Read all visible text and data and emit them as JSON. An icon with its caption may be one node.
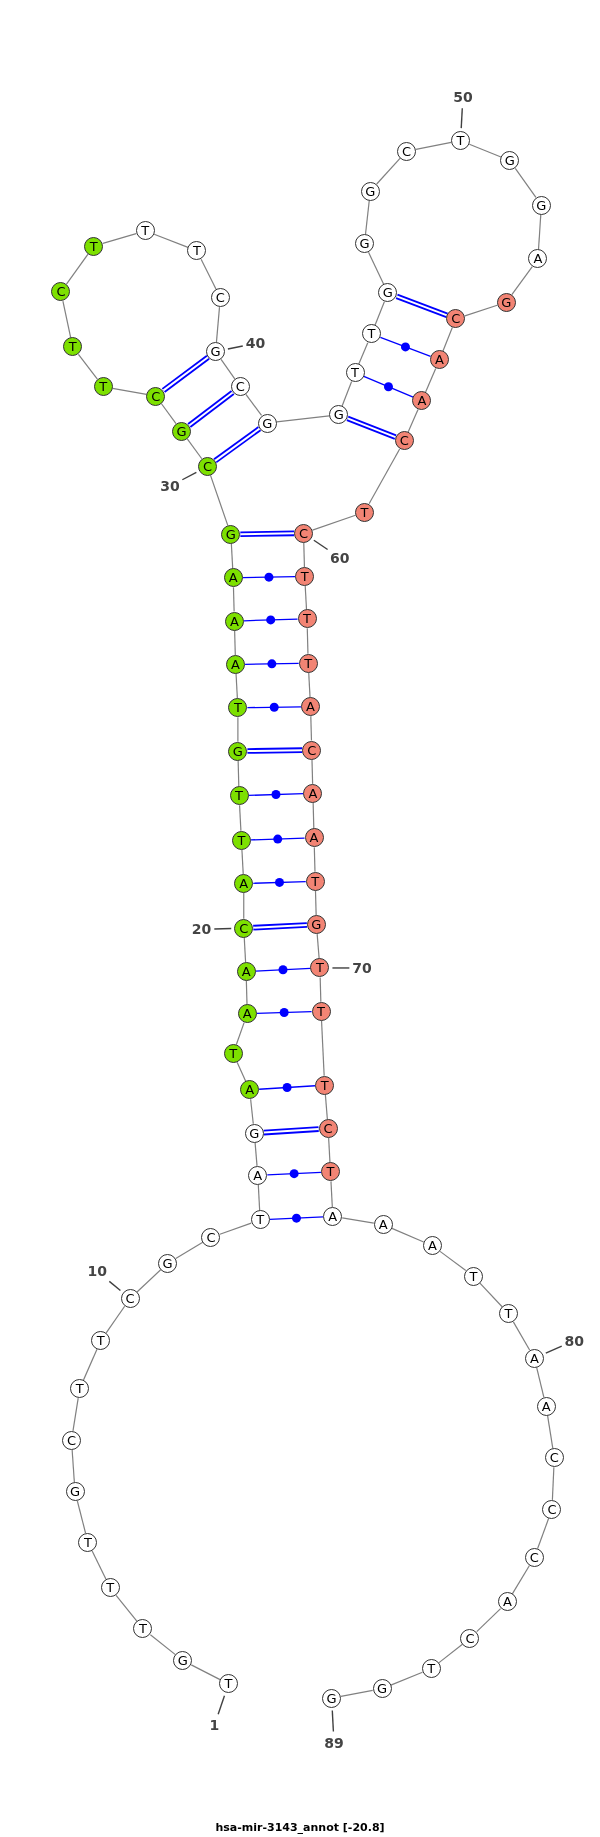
{
  "diagram": {
    "title": "hsa-mir-3143_annot [-20.8]",
    "nodes": [
      {
        "text": [
          "T"
        ]
      },
      {
        "text": [
          "G"
        ]
      },
      {
        "text": [
          "T"
        ]
      },
      {
        "text": [
          "T"
        ]
      },
      {
        "text": [
          "T"
        ]
      },
      {
        "text": [
          "G"
        ]
      },
      {
        "text": [
          "C"
        ]
      },
      {
        "text": [
          "T"
        ]
      },
      {
        "text": [
          "T"
        ]
      },
      {
        "text": [
          "C"
        ]
      },
      {
        "text": [
          "G"
        ]
      },
      {
        "text": [
          "C"
        ]
      },
      {
        "text": [
          "T"
        ]
      },
      {
        "text": [
          "A"
        ]
      },
      {
        "text": [
          "G"
        ]
      },
      {
        "text": [
          "A"
        ]
      },
      {
        "text": [
          "T"
        ]
      },
      {
        "text": [
          "A"
        ]
      },
      {
        "text": [
          "A"
        ]
      },
      {
        "text": [
          "C"
        ]
      },
      {
        "text": [
          "A"
        ]
      },
      {
        "text": [
          "T"
        ]
      },
      {
        "text": [
          "T"
        ]
      },
      {
        "text": [
          "G"
        ]
      },
      {
        "text": [
          "T"
        ]
      },
      {
        "text": [
          "A"
        ]
      },
      {
        "text": [
          "A"
        ]
      },
      {
        "text": [
          "A"
        ]
      },
      {
        "text": [
          "G"
        ]
      },
      {
        "text": [
          "C"
        ]
      },
      {
        "text": [
          "G"
        ]
      },
      {
        "text": [
          "C"
        ]
      },
      {
        "text": [
          "T"
        ]
      },
      {
        "text": [
          "T"
        ]
      },
      {
        "text": [
          "C"
        ]
      },
      {
        "text": [
          "T"
        ]
      },
      {
        "text": [
          "T"
        ]
      },
      {
        "text": [
          "T"
        ]
      },
      {
        "text": [
          "C"
        ]
      },
      {
        "text": [
          "G"
        ]
      },
      {
        "text": [
          "C"
        ]
      },
      {
        "text": [
          "G"
        ]
      },
      {
        "text": [
          "G"
        ]
      },
      {
        "text": [
          "T"
        ]
      },
      {
        "text": [
          "T"
        ]
      },
      {
        "text": [
          "G"
        ]
      },
      {
        "text": [
          "G"
        ]
      },
      {
        "text": [
          "G"
        ]
      },
      {
        "text": [
          "C"
        ]
      },
      {
        "text": [
          "T"
        ]
      },
      {
        "text": [
          "G"
        ]
      },
      {
        "text": [
          "G"
        ]
      },
      {
        "text": [
          "A"
        ]
      },
      {
        "text": [
          "G"
        ]
      },
      {
        "text": [
          "C"
        ]
      },
      {
        "text": [
          "A"
        ]
      },
      {
        "text": [
          "A"
        ]
      },
      {
        "text": [
          "C"
        ]
      },
      {
        "text": [
          "T"
        ]
      },
      {
        "text": [
          "C"
        ]
      },
      {
        "text": [
          "T"
        ]
      },
      {
        "text": [
          "T"
        ]
      },
      {
        "text": [
          "T"
        ]
      },
      {
        "text": [
          "A"
        ]
      },
      {
        "text": [
          "C"
        ]
      },
      {
        "text": [
          "A"
        ]
      },
      {
        "text": [
          "A"
        ]
      },
      {
        "text": [
          "T"
        ]
      },
      {
        "text": [
          "G"
        ]
      },
      {
        "text": [
          "T"
        ]
      },
      {
        "text": [
          "T"
        ]
      },
      {
        "text": [
          "T"
        ]
      },
      {
        "text": [
          "C"
        ]
      },
      {
        "text": [
          "T"
        ]
      },
      {
        "text": [
          "A"
        ]
      },
      {
        "text": [
          "A"
        ]
      },
      {
        "text": [
          "A"
        ]
      },
      {
        "text": [
          "T"
        ]
      },
      {
        "text": [
          "T"
        ]
      },
      {
        "text": [
          "A"
        ]
      },
      {
        "text": [
          "A"
        ]
      },
      {
        "text": [
          "C"
        ]
      },
      {
        "text": [
          "C"
        ]
      },
      {
        "text": [
          "C"
        ]
      },
      {
        "text": [
          "A"
        ]
      },
      {
        "text": [
          "C"
        ]
      },
      {
        "text": [
          "T"
        ]
      },
      {
        "text": [
          "G"
        ]
      },
      {
        "text": [
          "G"
        ]
      },
      {
        "text": [
          "1"
        ]
      },
      {
        "text": [
          "10"
        ]
      },
      {
        "text": [
          "20"
        ]
      },
      {
        "text": [
          "30"
        ]
      },
      {
        "text": [
          "40"
        ]
      },
      {
        "text": [
          "50"
        ]
      },
      {
        "text": [
          "60"
        ]
      },
      {
        "text": [
          "70"
        ]
      },
      {
        "text": [
          "80"
        ]
      },
      {
        "text": [
          "89"
        ]
      }
    ],
    "edges": [
      {
        "from": 0,
        "to": 1,
        "arrow": "none"
      },
      {
        "from": 1,
        "to": 2,
        "arrow": "none"
      },
      {
        "from": 2,
        "to": 3,
        "arrow": "none"
      },
      {
        "from": 3,
        "to": 4,
        "arrow": "none"
      },
      {
        "from": 4,
        "to": 5,
        "arrow": "none"
      },
      {
        "from": 5,
        "to": 6,
        "arrow": "none"
      },
      {
        "from": 6,
        "to": 7,
        "arrow": "none"
      },
      {
        "from": 7,
        "to": 8,
        "arrow": "none"
      },
      {
        "from": 8,
        "to": 9,
        "arrow": "none"
      },
      {
        "from": 9,
        "to": 10,
        "arrow": "none"
      },
      {
        "from": 10,
        "to": 11,
        "arrow": "none"
      },
      {
        "from": 11,
        "to": 12,
        "arrow": "none"
      },
      {
        "from": 12,
        "to": 13,
        "arrow": "none"
      },
      {
        "from": 13,
        "to": 14,
        "arrow": "none"
      },
      {
        "from": 14,
        "to": 15,
        "arrow": "none"
      },
      {
        "from": 15,
        "to": 16,
        "arrow": "none"
      },
      {
        "from": 16,
        "to": 17,
        "arrow": "none"
      },
      {
        "from": 17,
        "to": 18,
        "arrow": "none"
      },
      {
        "from": 18,
        "to": 19,
        "arrow": "none"
      },
      {
        "from": 19,
        "to": 20,
        "arrow": "none"
      },
      {
        "from": 20,
        "to": 21,
        "arrow": "none"
      },
      {
        "from": 21,
        "to": 22,
        "arrow": "none"
      },
      {
        "from": 22,
        "to": 23,
        "arrow": "none"
      },
      {
        "from": 23,
        "to": 24,
        "arrow": "none"
      },
      {
        "from": 24,
        "to": 25,
        "arrow": "none"
      },
      {
        "from": 25,
        "to": 26,
        "arrow": "none"
      },
      {
        "from": 26,
        "to": 27,
        "arrow": "none"
      },
      {
        "from": 27,
        "to": 28,
        "arrow": "none"
      },
      {
        "from": 28,
        "to": 29,
        "arrow": "none"
      },
      {
        "from": 29,
        "to": 30,
        "arrow": "none"
      },
      {
        "from": 30,
        "to": 31,
        "arrow": "none"
      },
      {
        "from": 31,
        "to": 32,
        "arrow": "none"
      },
      {
        "from": 32,
        "to": 33,
        "arrow": "none"
      },
      {
        "from": 33,
        "to": 34,
        "arrow": "none"
      },
      {
        "from": 34,
        "to": 35,
        "arrow": "none"
      },
      {
        "from": 35,
        "to": 36,
        "arrow": "none"
      },
      {
        "from": 36,
        "to": 37,
        "arrow": "none"
      },
      {
        "from": 37,
        "to": 38,
        "arrow": "none"
      },
      {
        "from": 38,
        "to": 39,
        "arrow": "none"
      },
      {
        "from": 39,
        "to": 40,
        "arrow": "none"
      },
      {
        "from": 40,
        "to": 41,
        "arrow": "none"
      },
      {
        "from": 41,
        "to": 42,
        "arrow": "none"
      },
      {
        "from": 42,
        "to": 43,
        "arrow": "none"
      },
      {
        "from": 43,
        "to": 44,
        "arrow": "none"
      },
      {
        "from": 44,
        "to": 45,
        "arrow": "none"
      },
      {
        "from": 45,
        "to": 46,
        "arrow": "none"
      },
      {
        "from": 46,
        "to": 47,
        "arrow": "none"
      },
      {
        "from": 47,
        "to": 48,
        "arrow": "none"
      },
      {
        "from": 48,
        "to": 49,
        "arrow": "none"
      },
      {
        "from": 49,
        "to": 50,
        "arrow": "none"
      },
      {
        "from": 50,
        "to": 51,
        "arrow": "none"
      },
      {
        "from": 51,
        "to": 52,
        "arrow": "none"
      },
      {
        "from": 52,
        "to": 53,
        "arrow": "none"
      },
      {
        "from": 53,
        "to": 54,
        "arrow": "none"
      },
      {
        "from": 54,
        "to": 55,
        "arrow": "none"
      },
      {
        "from": 55,
        "to": 56,
        "arrow": "none"
      },
      {
        "from": 56,
        "to": 57,
        "arrow": "none"
      },
      {
        "from": 57,
        "to": 58,
        "arrow": "none"
      },
      {
        "from": 58,
        "to": 59,
        "arrow": "none"
      },
      {
        "from": 59,
        "to": 60,
        "arrow": "none"
      },
      {
        "from": 60,
        "to": 61,
        "arrow": "none"
      },
      {
        "from": 61,
        "to": 62,
        "arrow": "none"
      },
      {
        "from": 62,
        "to": 63,
        "arrow": "none"
      },
      {
        "from": 63,
        "to": 64,
        "arrow": "none"
      },
      {
        "from": 64,
        "to": 65,
        "arrow": "none"
      },
      {
        "from": 65,
        "to": 66,
        "arrow": "none"
      },
      {
        "from": 66,
        "to": 67,
        "arrow": "none"
      },
      {
        "from": 67,
        "to": 68,
        "arrow": "none"
      },
      {
        "from": 68,
        "to": 69,
        "arrow": "none"
      },
      {
        "from": 69,
        "to": 70,
        "arrow": "none"
      },
      {
        "from": 70,
        "to": 71,
        "arrow": "none"
      },
      {
        "from": 71,
        "to": 72,
        "arrow": "none"
      },
      {
        "from": 72,
        "to": 73,
        "arrow": "none"
      },
      {
        "from": 73,
        "to": 74,
        "arrow": "none"
      },
      {
        "from": 74,
        "to": 75,
        "arrow": "none"
      },
      {
        "from": 75,
        "to": 76,
        "arrow": "none"
      },
      {
        "from": 76,
        "to": 77,
        "arrow": "none"
      },
      {
        "from": 77,
        "to": 78,
        "arrow": "none"
      },
      {
        "from": 78,
        "to": 79,
        "arrow": "none"
      },
      {
        "from": 79,
        "to": 80,
        "arrow": "none"
      },
      {
        "from": 80,
        "to": 81,
        "arrow": "none"
      },
      {
        "from": 81,
        "to": 82,
        "arrow": "none"
      },
      {
        "from": 82,
        "to": 83,
        "arrow": "none"
      },
      {
        "from": 83,
        "to": 84,
        "arrow": "none"
      },
      {
        "from": 84,
        "to": 85,
        "arrow": "none"
      },
      {
        "from": 85,
        "to": 86,
        "arrow": "none"
      },
      {
        "from": 86,
        "to": 87,
        "arrow": "none"
      },
      {
        "from": 87,
        "to": 88,
        "arrow": "none"
      },
      {
        "from": 12,
        "to": 74,
        "arrow": "none",
        "color": "#0000ff"
      },
      {
        "from": 13,
        "to": 73,
        "arrow": "none",
        "color": "#0000ff"
      },
      {
        "from": 14,
        "to": 72,
        "arrow": "none",
        "color": "#0000ff",
        "style": "thick"
      },
      {
        "from": 15,
        "to": 71,
        "arrow": "none",
        "color": "#0000ff"
      },
      {
        "from": 17,
        "to": 70,
        "arrow": "none",
        "color": "#0000ff"
      },
      {
        "from": 18,
        "to": 69,
        "arrow": "none",
        "color": "#0000ff"
      },
      {
        "from": 19,
        "to": 68,
        "arrow": "none",
        "color": "#0000ff",
        "style": "thick"
      },
      {
        "from": 20,
        "to": 67,
        "arrow": "none",
        "color": "#0000ff"
      },
      {
        "from": 21,
        "to": 66,
        "arrow": "none",
        "color": "#0000ff"
      },
      {
        "from": 22,
        "to": 65,
        "arrow": "none",
        "color": "#0000ff"
      },
      {
        "from": 23,
        "to": 64,
        "arrow": "none",
        "color": "#0000ff",
        "style": "thick"
      },
      {
        "from": 24,
        "to": 63,
        "arrow": "none",
        "color": "#0000ff"
      },
      {
        "from": 25,
        "to": 62,
        "arrow": "none",
        "color": "#0000ff"
      },
      {
        "from": 26,
        "to": 61,
        "arrow": "none",
        "color": "#0000ff"
      },
      {
        "from": 27,
        "to": 60,
        "arrow": "none",
        "color": "#0000ff"
      },
      {
        "from": 28,
        "to": 59,
        "arrow": "none",
        "color": "#0000ff",
        "style": "thick"
      },
      {
        "from": 29,
        "to": 41,
        "arrow": "none",
        "color": "#0000ff",
        "style": "thick"
      },
      {
        "from": 30,
        "to": 40,
        "arrow": "none",
        "color": "#0000ff",
        "style": "thick"
      },
      {
        "from": 31,
        "to": 39,
        "arrow": "none",
        "color": "#0000ff",
        "style": "thick"
      },
      {
        "from": 42,
        "to": 57,
        "arrow": "none",
        "color": "#0000ff",
        "style": "thick"
      },
      {
        "from": 43,
        "to": 56,
        "arrow": "none",
        "color": "#0000ff"
      },
      {
        "from": 44,
        "to": 55,
        "arrow": "none",
        "color": "#0000ff"
      },
      {
        "from": 45,
        "to": 54,
        "arrow": "none",
        "color": "#0000ff",
        "style": "thick"
      },
      {
        "from": 89,
        "to": 0,
        "arrow": "none",
        "color": "#404040"
      },
      {
        "from": 90,
        "to": 9,
        "arrow": "none",
        "color": "#404040"
      },
      {
        "from": 91,
        "to": 19,
        "arrow": "none",
        "color": "#404040"
      },
      {
        "from": 92,
        "to": 29,
        "arrow": "none",
        "color": "#404040"
      },
      {
        "from": 93,
        "to": 39,
        "arrow": "none",
        "color": "#404040"
      },
      {
        "from": 94,
        "to": 49,
        "arrow": "none",
        "color": "#404040"
      },
      {
        "from": 95,
        "to": 59,
        "arrow": "none",
        "color": "#404040"
      },
      {
        "from": 96,
        "to": 69,
        "arrow": "none",
        "color": "#404040"
      },
      {
        "from": 97,
        "to": 79,
        "arrow": "none",
        "color": "#404040"
      },
      {
        "from": 98,
        "to": 88,
        "arrow": "none",
        "color": "#404040"
      }
    ]
  }
}
